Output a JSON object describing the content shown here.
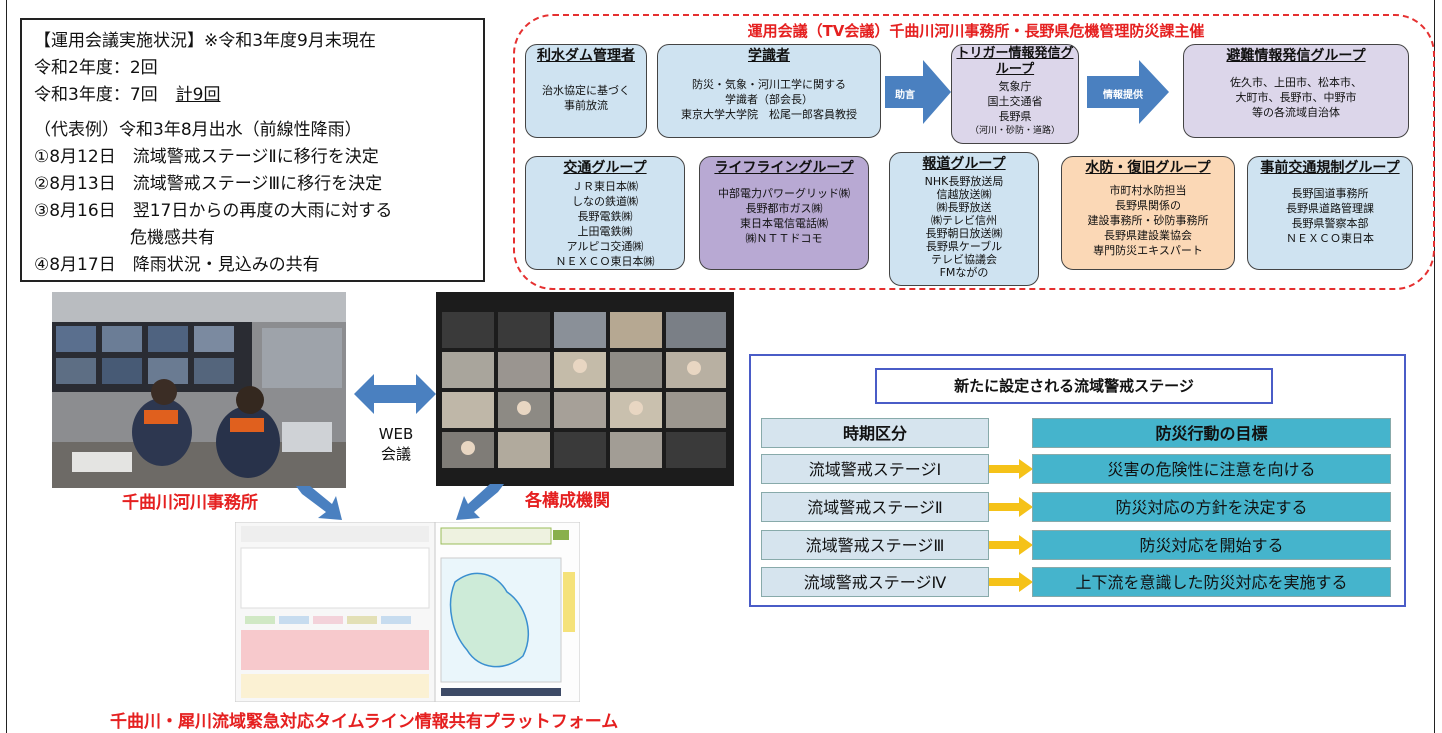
{
  "summary": {
    "title": "【運用会議実施状況】※令和3年度9月末現在",
    "r2": "令和2年度：2回",
    "r3": "令和3年度：7回",
    "total": "計9回",
    "example_title": "（代表例）令和3年8月出水（前線性降雨）",
    "items": [
      "①8月12日　流域警戒ステージⅡに移行を決定",
      "②8月13日　流域警戒ステージⅢに移行を決定",
      "③8月16日　翌17日からの再度の大雨に対する",
      "危機感共有",
      "④8月17日　降雨状況・見込みの共有"
    ]
  },
  "meeting": {
    "title": "運用会議（TV会議）千曲川河川事務所・長野県危機管理防災課主催",
    "groups": {
      "dam": {
        "title": "利水ダム管理者",
        "items": [
          "治水協定に基づく",
          "事前放流"
        ]
      },
      "experts": {
        "title": "学識者",
        "items": [
          "防災・気象・河川工学に関する",
          "学識者（部会長）",
          "東京大学大学院　松尾一郎客員教授"
        ]
      },
      "trigger": {
        "title": "トリガー情報発信グループ",
        "items": [
          "気象庁",
          "国土交通省",
          "長野県",
          "（河川・砂防・道路）"
        ]
      },
      "evac": {
        "title": "避難情報発信グループ",
        "items": [
          "佐久市、上田市、松本市、",
          "大町市、長野市、中野市",
          "等の各流域自治体"
        ]
      },
      "transport": {
        "title": "交通グループ",
        "items": [
          "ＪＲ東日本㈱",
          "しなの鉄道㈱",
          "長野電鉄㈱",
          "上田電鉄㈱",
          "アルピコ交通㈱",
          "ＮＥＸＣＯ東日本㈱"
        ]
      },
      "lifeline": {
        "title": "ライフライングループ",
        "items": [
          "中部電力パワーグリッド㈱",
          "長野都市ガス㈱",
          "東日本電信電話㈱",
          "㈱ＮＴＴドコモ"
        ]
      },
      "media": {
        "title": "報道グループ",
        "items": [
          "NHK長野放送局",
          "信越放送㈱",
          "㈱長野放送",
          "㈱テレビ信州",
          "長野朝日放送㈱",
          "長野県ケーブル",
          "テレビ協議会",
          "FMながの"
        ]
      },
      "flood": {
        "title": "水防・復旧グループ",
        "items": [
          "市町村水防担当",
          "長野県関係の",
          "建設事務所・砂防事務所",
          "長野県建設業協会",
          "専門防災エキスパート"
        ]
      },
      "traffic": {
        "title": "事前交通規制グループ",
        "items": [
          "長野国道事務所",
          "長野県道路管理課",
          "長野県警察本部",
          "ＮＥＸＣＯ東日本"
        ]
      }
    },
    "arrow1_label": "助言",
    "arrow2_label": "情報提供"
  },
  "photos": {
    "office_label": "千曲川河川事務所",
    "agencies_label": "各構成機関",
    "web_label_1": "WEB",
    "web_label_2": "会議",
    "platform_label": "千曲川・犀川流域緊急対応タイムライン情報共有プラットフォーム"
  },
  "stages": {
    "title": "新たに設定される流域警戒ステージ",
    "col_period": "時期区分",
    "col_goal": "防災行動の目標",
    "rows": [
      {
        "stage": "流域警戒ステージⅠ",
        "goal": "災害の危険性に注意を向ける"
      },
      {
        "stage": "流域警戒ステージⅡ",
        "goal": "防災対応の方針を決定する"
      },
      {
        "stage": "流域警戒ステージⅢ",
        "goal": "防災対応を開始する"
      },
      {
        "stage": "流域警戒ステージⅣ",
        "goal": "上下流を意識した防災対応を実施する"
      }
    ]
  },
  "colors": {
    "red": "#e52020",
    "group_blue": "#cfe3f1",
    "group_purple": "#b8a9d3",
    "group_lavender": "#dcd6ea",
    "group_orange": "#fbd8b6",
    "arrow_blue": "#4a80c0",
    "stage_border": "#4a5cc7",
    "goal_cell": "#45b4cc",
    "period_cell": "#d6e4ee"
  }
}
